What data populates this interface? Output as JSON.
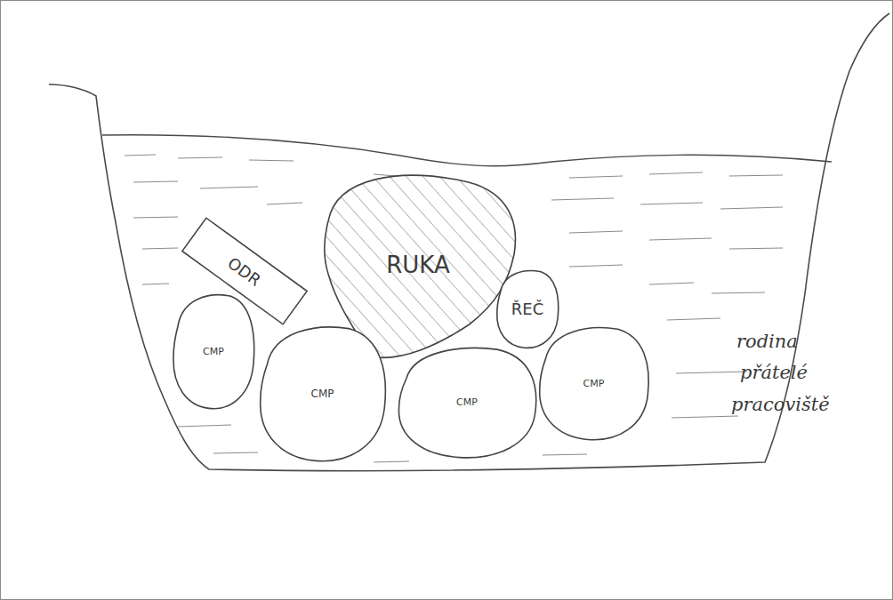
{
  "diagram": {
    "nodes": [
      {
        "text": [
          "ODR"
        ]
      },
      {
        "text": [
          "RUKA"
        ]
      },
      {
        "text": [
          "ŘEČ"
        ]
      },
      {
        "text": [
          "CMP"
        ]
      },
      {
        "text": [
          "CMP"
        ]
      },
      {
        "text": [
          "CMP"
        ]
      },
      {
        "text": [
          "CMP"
        ]
      }
    ],
    "labels": [
      "rodina",
      "přátelé",
      "pracoviště"
    ]
  }
}
